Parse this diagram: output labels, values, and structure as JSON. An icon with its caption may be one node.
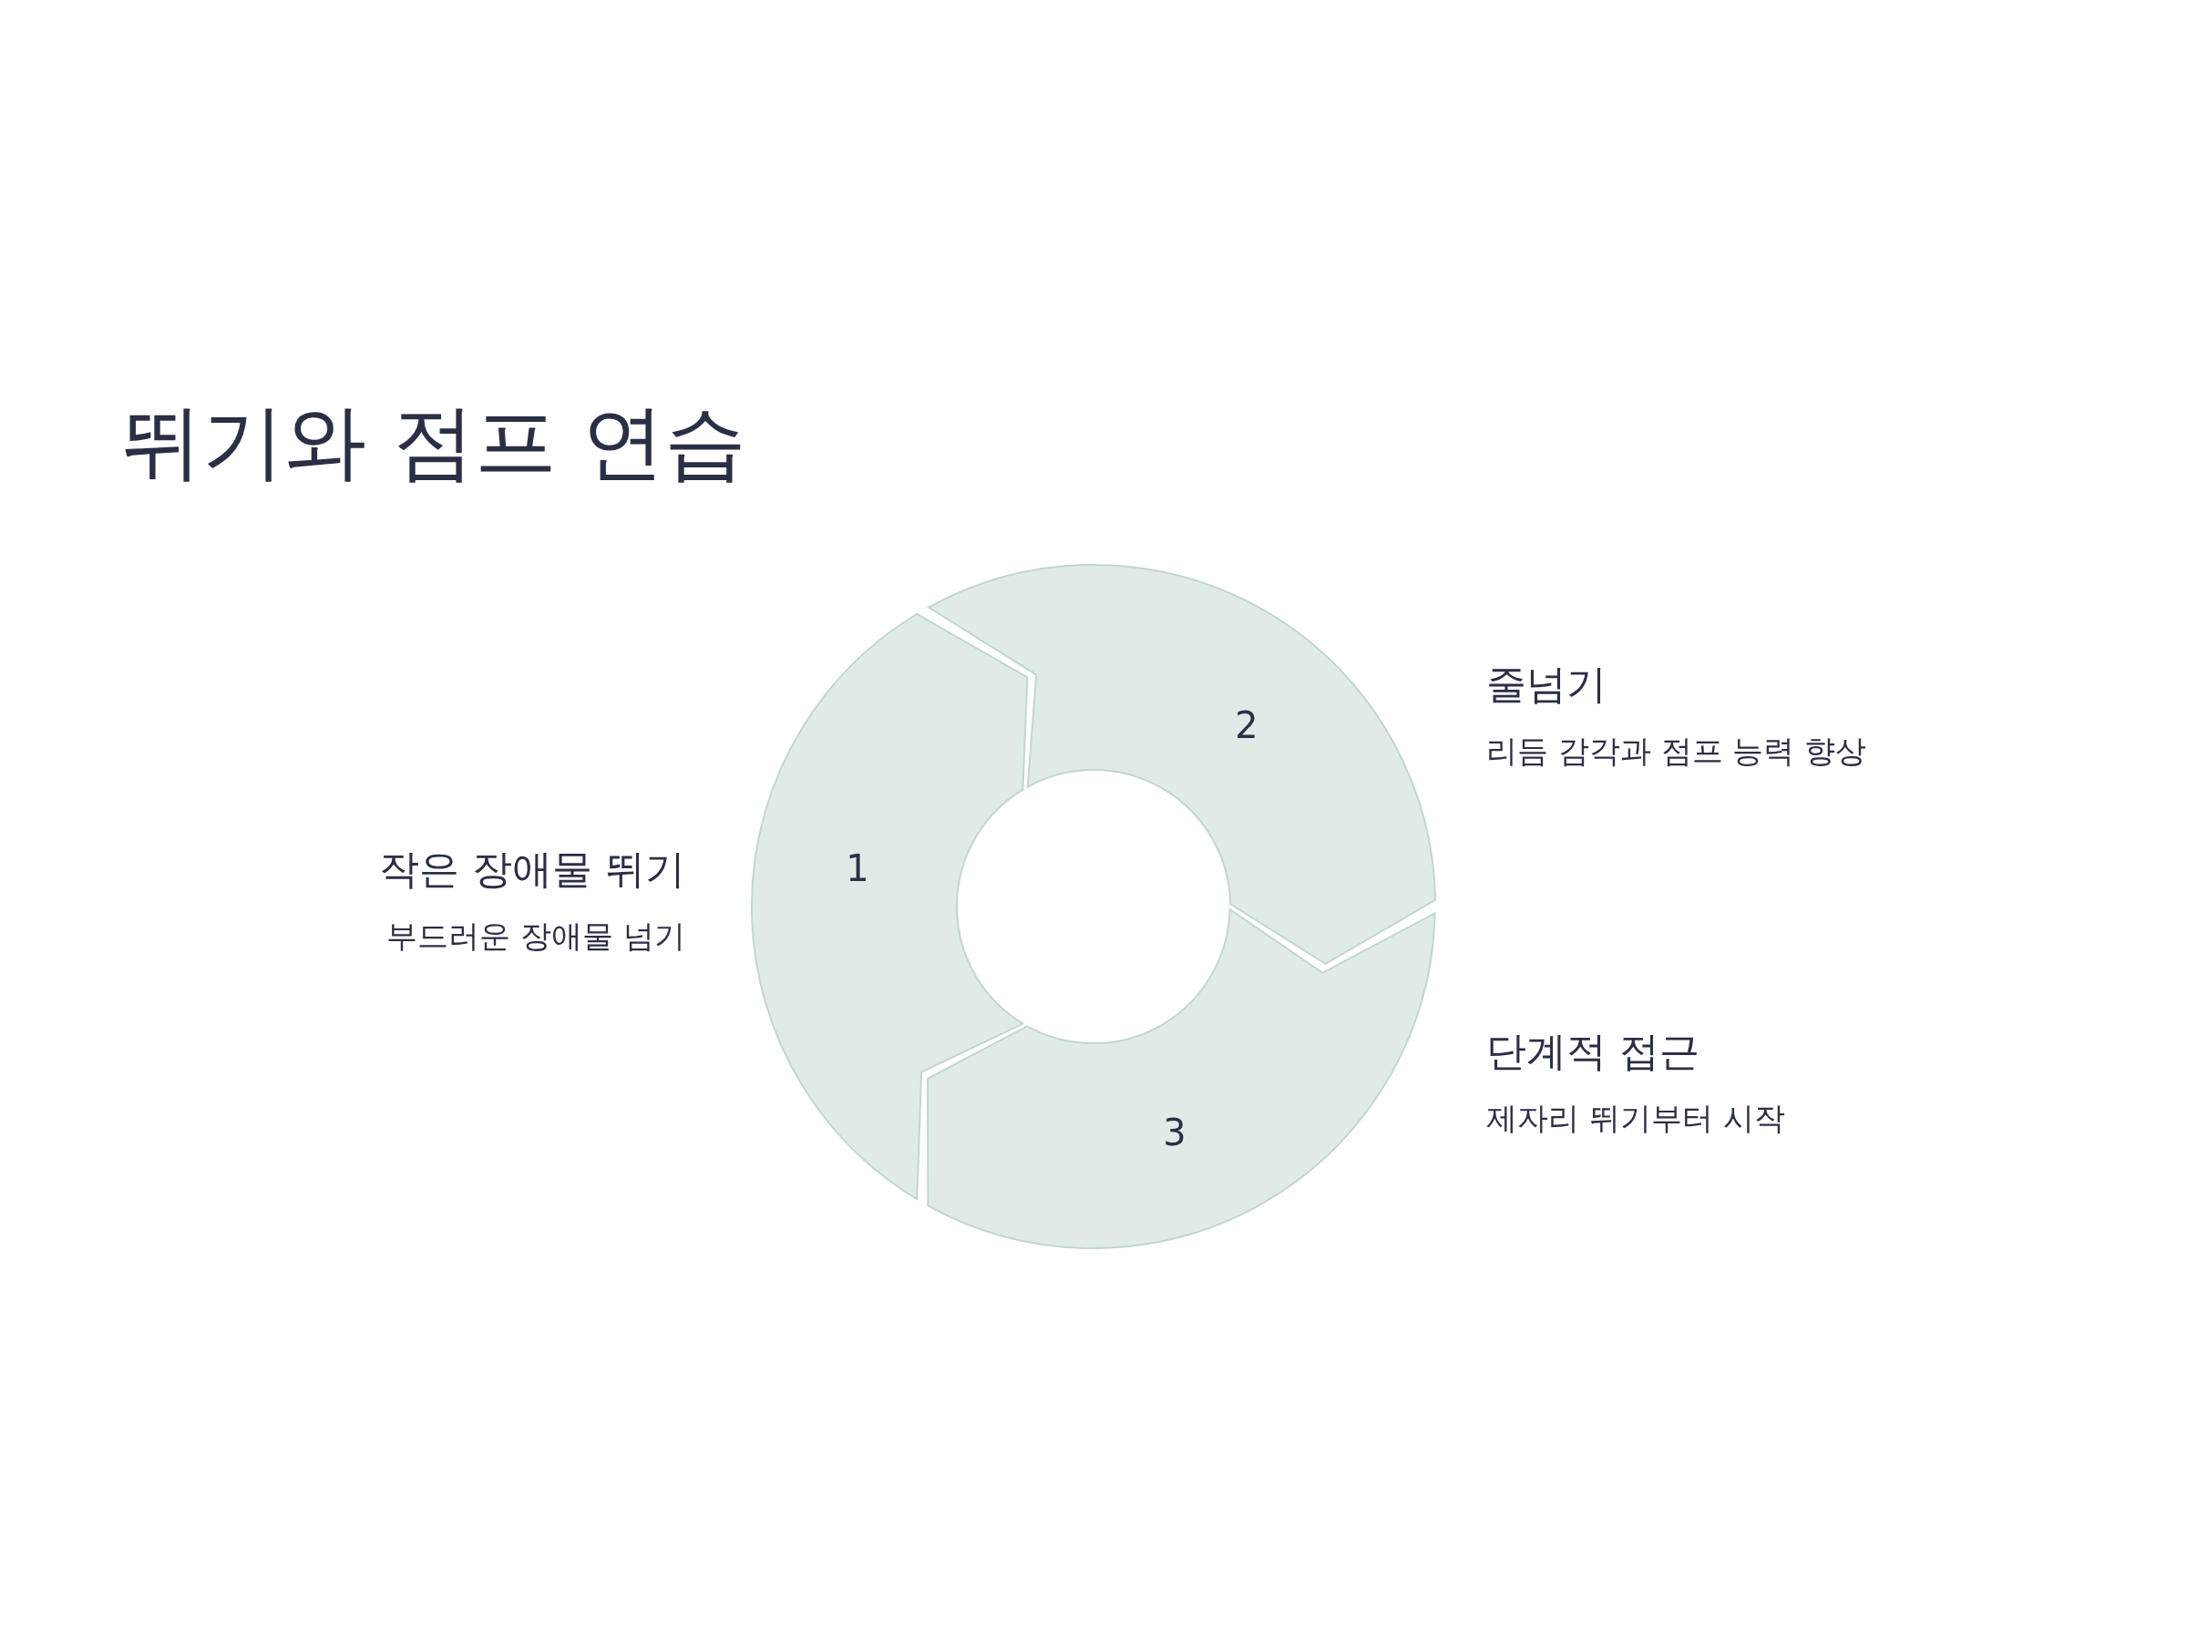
{
  "diagram": {
    "title": "뛰기와 점프 연습",
    "nodes": [
      {
        "text": [
          "1"
        ],
        "beside": [
          "작은 장애물 뛰기",
          "부드러운 장애물 넘기"
        ]
      },
      {
        "text": [
          "2"
        ],
        "beside": [
          "줄넘기",
          "리듬 감각과 점프 능력 향상"
        ]
      },
      {
        "text": [
          "3"
        ],
        "beside": [
          "단계적 접근",
          "제자리 뛰기부터 시작"
        ]
      }
    ]
  }
}
